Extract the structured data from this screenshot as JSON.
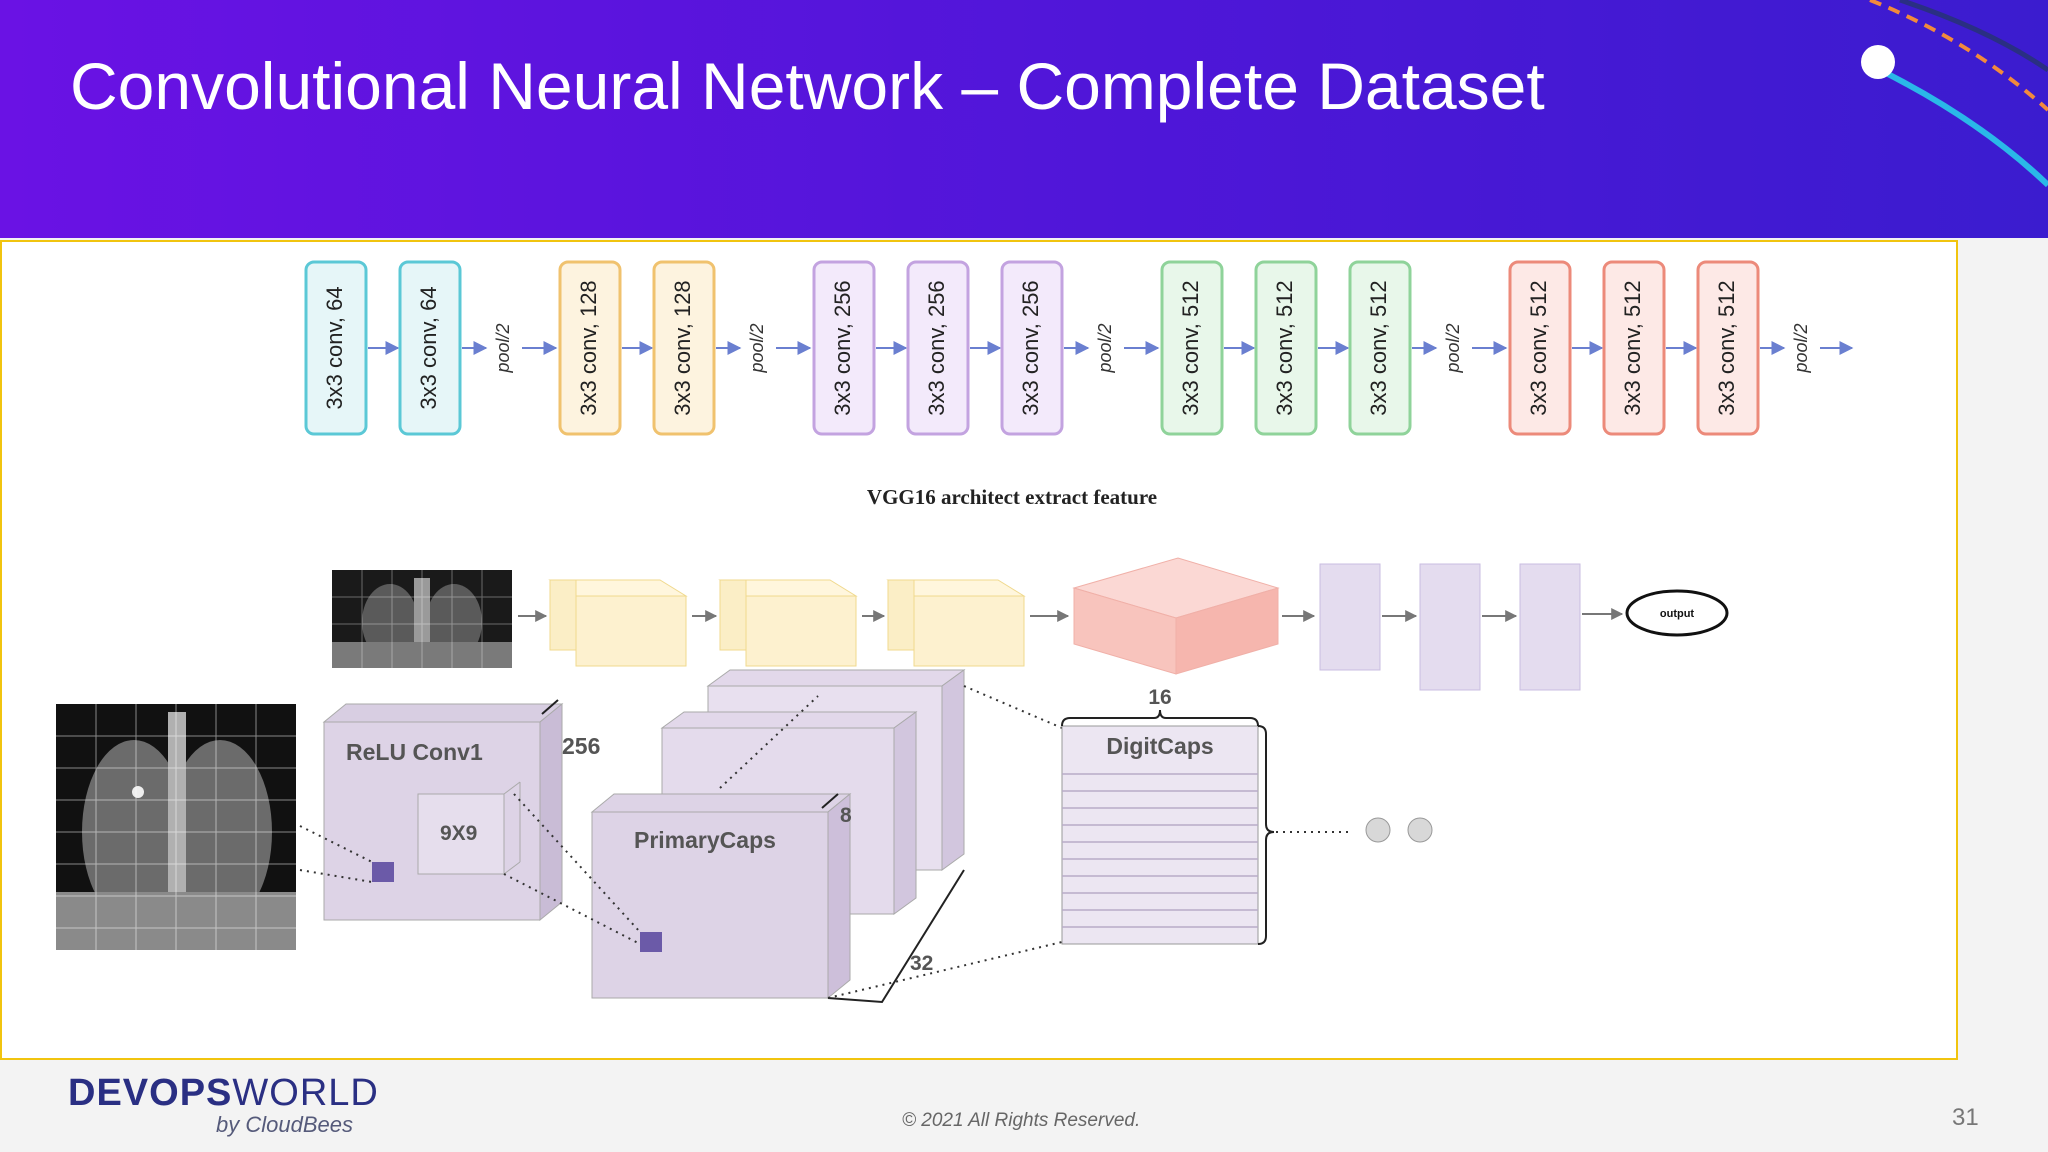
{
  "slide": {
    "title": "Convolutional Neural Network – Complete Dataset",
    "page_number": "31",
    "copyright": "© 2021 All Rights Reserved.",
    "logo": {
      "bold": "DEVOPS",
      "light": "WORLD",
      "sub": "by CloudBees"
    }
  },
  "colors": {
    "header_start": "#6a12e4",
    "header_end": "#3b1ccf",
    "frame_border": "#f1c40f"
  },
  "vgg": {
    "caption": "VGG16 architect extract feature",
    "pool_label": "pool/2",
    "blocks": [
      {
        "label": "3x3 conv, 64",
        "color": "#5bc8d6",
        "fill": "#e6f6f8"
      },
      {
        "label": "3x3 conv, 64",
        "color": "#5bc8d6",
        "fill": "#e6f6f8"
      },
      {
        "label": "3x3 conv, 128",
        "color": "#f0c26e",
        "fill": "#fdf3df"
      },
      {
        "label": "3x3 conv, 128",
        "color": "#f0c26e",
        "fill": "#fdf3df"
      },
      {
        "label": "3x3 conv, 256",
        "color": "#c3a3e0",
        "fill": "#f3eafb"
      },
      {
        "label": "3x3 conv, 256",
        "color": "#c3a3e0",
        "fill": "#f3eafb"
      },
      {
        "label": "3x3 conv, 256",
        "color": "#c3a3e0",
        "fill": "#f3eafb"
      },
      {
        "label": "3x3 conv, 512",
        "color": "#8fd39a",
        "fill": "#e8f7ea"
      },
      {
        "label": "3x3 conv, 512",
        "color": "#8fd39a",
        "fill": "#e8f7ea"
      },
      {
        "label": "3x3 conv, 512",
        "color": "#8fd39a",
        "fill": "#e8f7ea"
      },
      {
        "label": "3x3 conv, 512",
        "color": "#ec8a7a",
        "fill": "#fde9e6"
      },
      {
        "label": "3x3 conv, 512",
        "color": "#ec8a7a",
        "fill": "#fde9e6"
      },
      {
        "label": "3x3 conv, 512",
        "color": "#ec8a7a",
        "fill": "#fde9e6"
      }
    ]
  },
  "pipeline": {
    "output_label": "output"
  },
  "capsnet": {
    "relu_label": "ReLU Conv1",
    "relu_depth": "256",
    "kernel_label": "9X9",
    "primary_label": "PrimaryCaps",
    "primary_dim": "8",
    "primary_count": "32",
    "digit_label": "DigitCaps",
    "digit_dim": "16"
  }
}
